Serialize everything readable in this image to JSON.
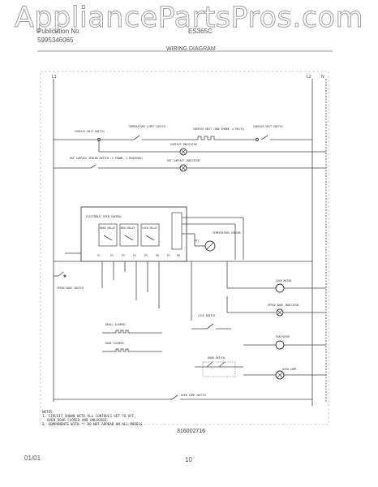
{
  "watermark": {
    "text": "AppliancePartsPros.com"
  },
  "header": {
    "line1": "Publication No",
    "line2": "5995346065",
    "model": "ES365C",
    "title": "WIRING DIAGRAM"
  },
  "diagram": {
    "lines": {
      "l1": "L1",
      "l2": "L2",
      "n": "N"
    },
    "labels": {
      "surface_unit_switch_left": "SURFACE UNIT SWITCH",
      "temperature_limit_switch": "TEMPERATURE LIMIT SWITCH",
      "surface_unit": "SURFACE UNIT (ONE SHOWN, 4 REQ'D)",
      "surface_unit_switch_right": "SURFACE UNIT SWITCH",
      "surface_indicator": "SURFACE INDICATOR",
      "hot_surface_sensor_switch": "HOT SURFACE SENSOR SWITCH (1 SHOWN, 4 REQUIRED)",
      "hot_surface_indicator": "HOT SURFACE INDICATOR",
      "electronic_oven_control": "ELECTRONIC OVEN CONTROL",
      "temperature_sensor": "TEMPERATURE SENSOR",
      "relay_1": "BAKE RELAY",
      "relay_2": "BRO RELAY",
      "relay_3": "LOCK RELAY",
      "speed_bake_switch": "SPEED BAKE SWITCH",
      "lock_motor": "LOCK MOTOR",
      "speed_bake_indicator": "SPEED BAKE INDICATOR",
      "lock_switch": "LOCK SWITCH",
      "broil_element": "BROIL ELEMENT",
      "bake_element": "BAKE ELEMENT",
      "fan_motor": "FAN MOTOR",
      "door_switch": "DOOR SWITCH",
      "oven_lamp": "OVEN LAMP",
      "oven_lamp_switch": "OVEN LAMP SWITCH",
      "ptc": "PTC"
    },
    "pins": [
      "P1",
      "P2",
      "P3",
      "P4",
      "P5",
      "P6",
      "P7",
      "P8"
    ]
  },
  "notes": {
    "heading": "NOTES",
    "n1": "1. CIRCUIT SHOWN WITH ALL CONTROLS SET TO OFF,",
    "n1b": "OVEN DOOR CLOSED AND UNLOCKED.",
    "n2": "2. COMPONENTS WITH ** DO NOT APPEAR ON ALL MODELS"
  },
  "part_number": "316002716",
  "footer": {
    "date": "01/01",
    "page": "10"
  }
}
